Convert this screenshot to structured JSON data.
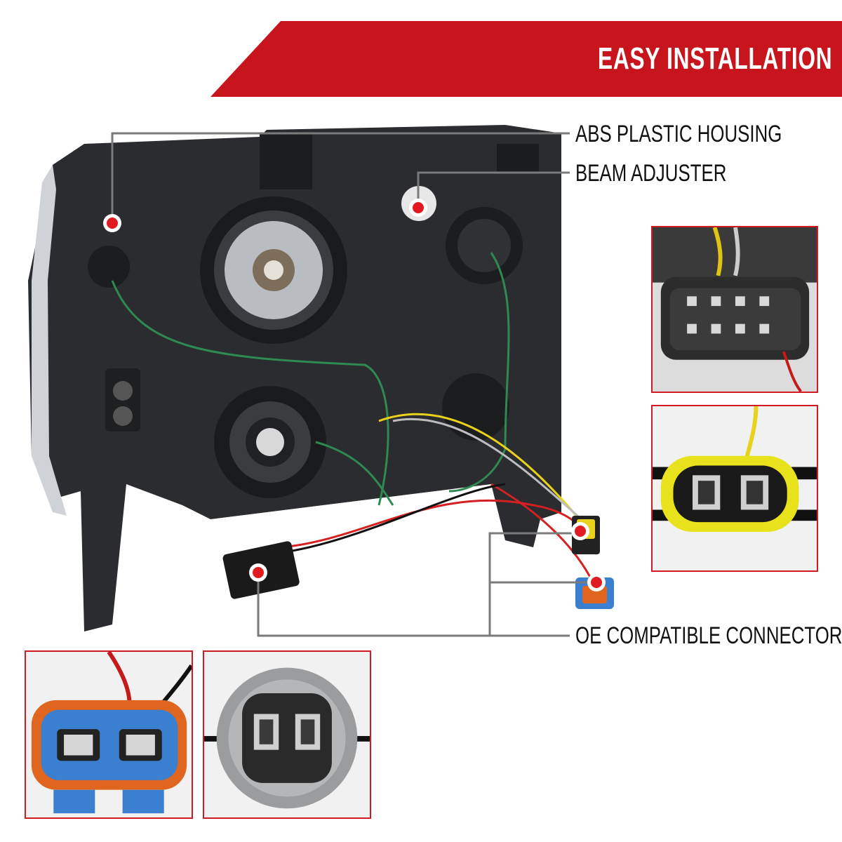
{
  "banner": {
    "title": "EASY INSTALLATION"
  },
  "callouts": {
    "housing": "ABS PLASTIC HOUSING",
    "adjuster": "BEAM ADJUSTER",
    "connectors": "OE COMPATIBLE CONNECTORS"
  },
  "colors": {
    "accent": "#c8141c",
    "housing": "#2a2c2f",
    "marker": "#e01b22",
    "connector_orange": "#e0651e",
    "connector_blue": "#3a7fd0",
    "connector_yellow": "#e8e21c"
  },
  "icons": [
    "marker-dot-icon"
  ]
}
